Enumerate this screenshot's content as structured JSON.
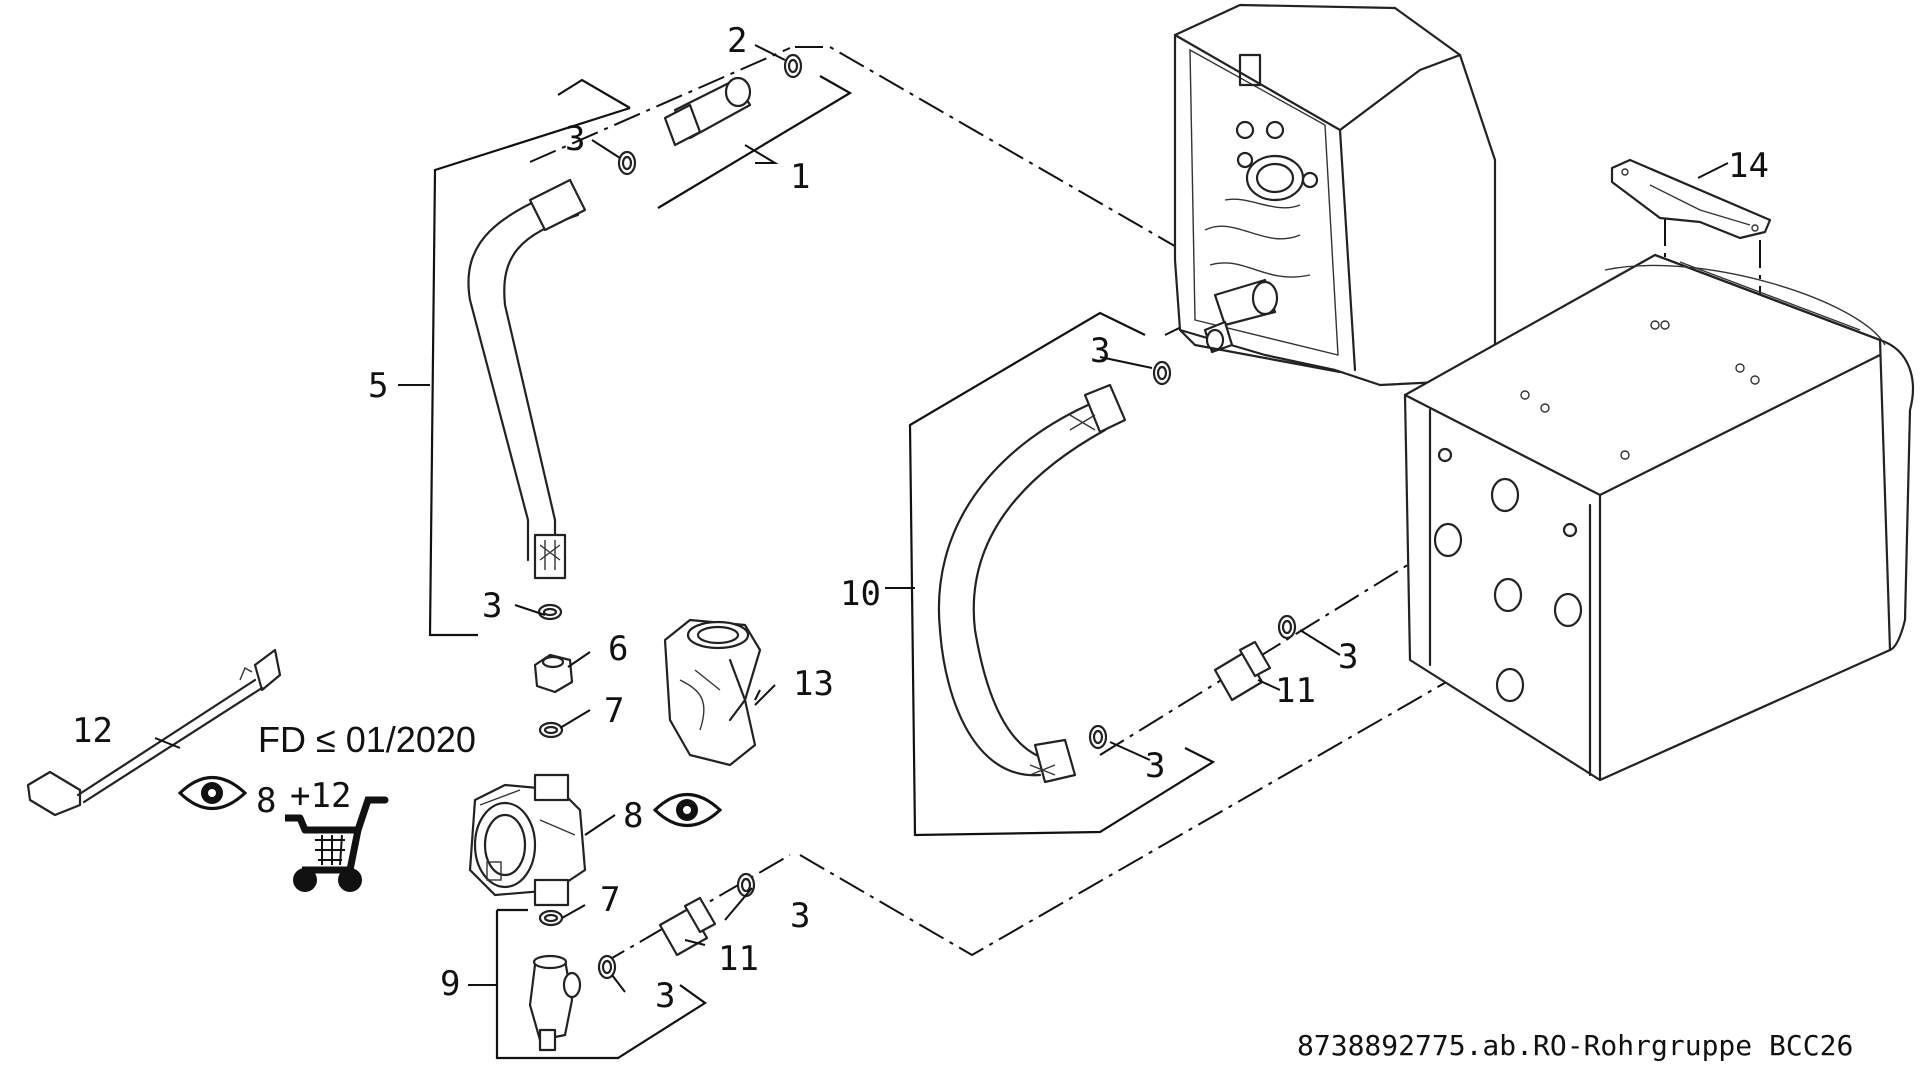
{
  "callouts": {
    "c1": "1",
    "c2": "2",
    "c3a": "3",
    "c3b": "3",
    "c3c": "3",
    "c3d": "3",
    "c3e": "3",
    "c3f": "3",
    "c3g": "3",
    "c5": "5",
    "c6": "6",
    "c7a": "7",
    "c7b": "7",
    "c8": "8",
    "c9": "9",
    "c10": "10",
    "c11a": "11",
    "c11b": "11",
    "c12": "12",
    "c13": "13",
    "c14": "14"
  },
  "notes": {
    "fd_label": "FD ≤ 01/2020",
    "eye_ref": "8",
    "cart_ref": "+12"
  },
  "caption": "8738892775.ab.RO-Rohrgruppe BCC26",
  "icons": [
    "eye-icon",
    "shopping-cart-icon"
  ]
}
